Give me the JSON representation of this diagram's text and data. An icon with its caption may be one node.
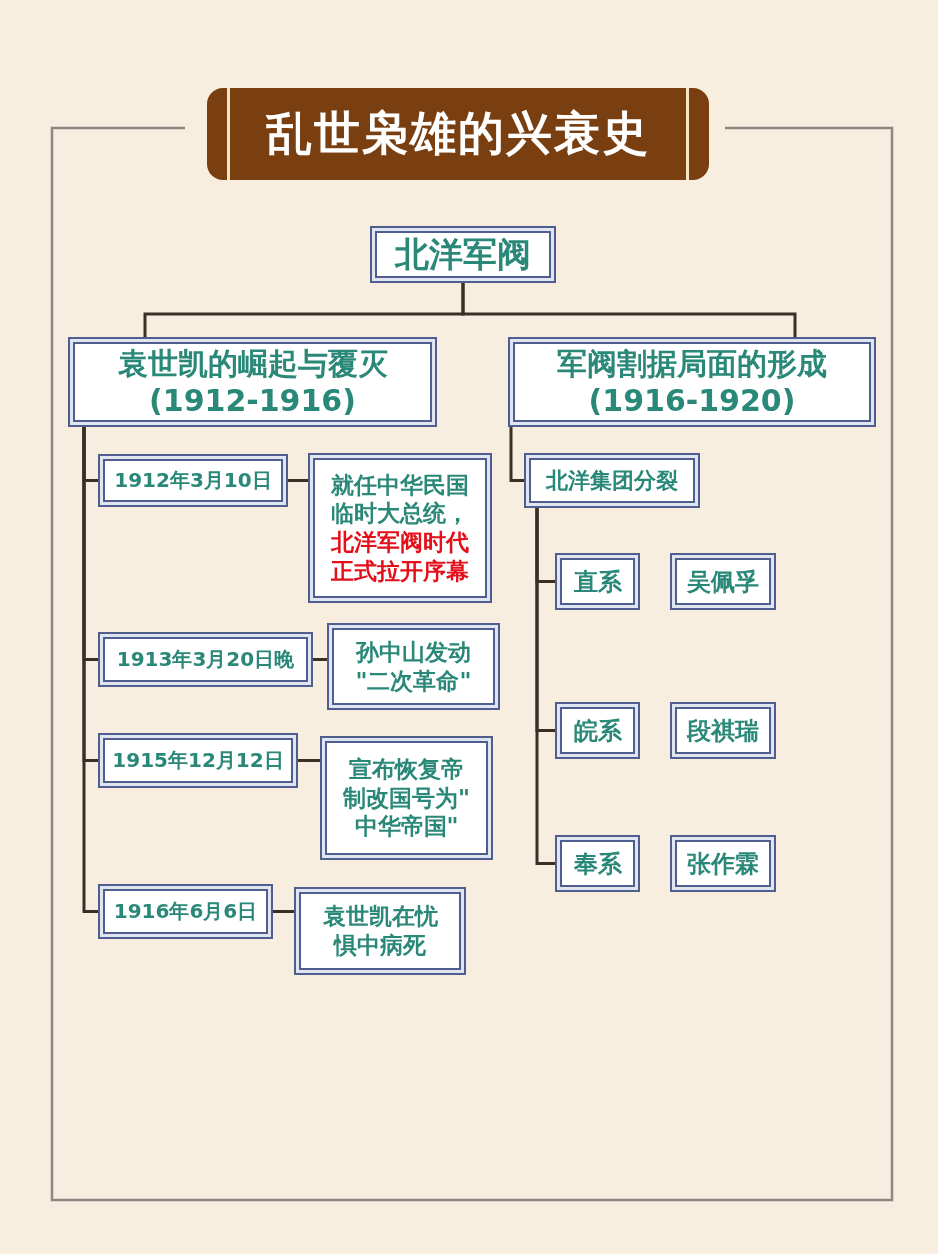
{
  "diagram": {
    "title": "乱世枭雄的兴衰史",
    "nodes": [
      {
        "text": [
          "北洋军阀"
        ]
      },
      {
        "text": [
          "袁世凯的崛起与覆灭",
          "(1912-1916)"
        ]
      },
      {
        "text": [
          "军阀割据局面的形成",
          "(1916-1920)"
        ]
      },
      {
        "text": [
          "1912年3月10日"
        ]
      },
      {
        "text": [
          "就任中华民国临时大总统，",
          "北洋军阀时代正式拉开序幕"
        ]
      },
      {
        "text": [
          "1913年3月20日晚"
        ]
      },
      {
        "text": [
          "孙中山发动\"二次革命\""
        ]
      },
      {
        "text": [
          "1915年12月12日"
        ]
      },
      {
        "text": [
          "宣布恢复帝制改国号为\"中华帝国\""
        ]
      },
      {
        "text": [
          "1916年6月6日"
        ]
      },
      {
        "text": [
          "袁世凯在忧惧中病死"
        ]
      },
      {
        "text": [
          "北洋集团分裂"
        ]
      },
      {
        "text": [
          "直系"
        ]
      },
      {
        "text": [
          "吴佩孚"
        ]
      },
      {
        "text": [
          "皖系"
        ]
      },
      {
        "text": [
          "段祺瑞"
        ]
      },
      {
        "text": [
          "奉系"
        ]
      },
      {
        "text": [
          "张作霖"
        ]
      }
    ],
    "edges": [
      {
        "from": 0,
        "to": 1,
        "arrow": "none"
      },
      {
        "from": 0,
        "to": 2,
        "arrow": "none"
      },
      {
        "from": 1,
        "to": 3,
        "arrow": "none"
      },
      {
        "from": 1,
        "to": 5,
        "arrow": "none"
      },
      {
        "from": 1,
        "to": 7,
        "arrow": "none"
      },
      {
        "from": 1,
        "to": 9,
        "arrow": "none"
      },
      {
        "from": 3,
        "to": 4,
        "arrow": "none"
      },
      {
        "from": 5,
        "to": 6,
        "arrow": "none"
      },
      {
        "from": 7,
        "to": 8,
        "arrow": "none"
      },
      {
        "from": 9,
        "to": 10,
        "arrow": "none"
      },
      {
        "from": 2,
        "to": 11,
        "arrow": "none"
      },
      {
        "from": 11,
        "to": 12,
        "arrow": "none"
      },
      {
        "from": 11,
        "to": 14,
        "arrow": "none"
      },
      {
        "from": 11,
        "to": 16,
        "arrow": "none"
      }
    ]
  }
}
